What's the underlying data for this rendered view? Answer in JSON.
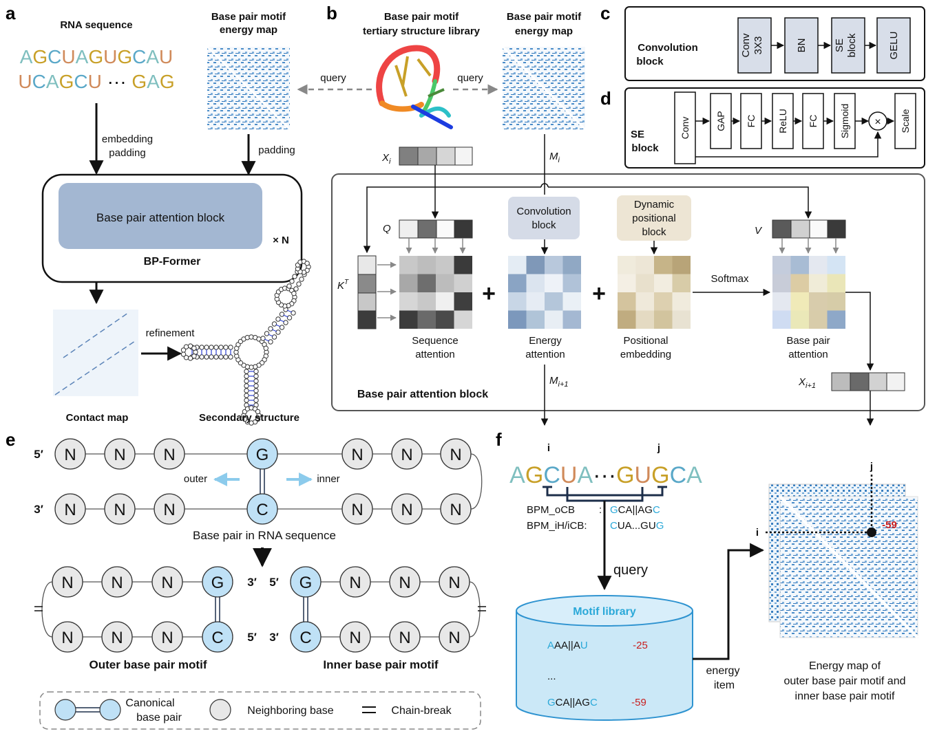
{
  "panels": {
    "a": "a",
    "b": "b",
    "c": "c",
    "d": "d",
    "e": "e",
    "f": "f"
  },
  "panel_a": {
    "rna_title": "RNA sequence",
    "seq_line1": [
      "A",
      "G",
      "C",
      "U",
      "A",
      "G",
      "U",
      "G",
      "C",
      "A",
      "U"
    ],
    "seq_line2": [
      "U",
      "C",
      "A",
      "G",
      "C",
      "U"
    ],
    "seq_ellipsis": "···",
    "seq_line2_end": [
      "G",
      "A",
      "G"
    ],
    "emap_title_1": "Base pair motif",
    "emap_title_2": "energy map",
    "embedding": "embedding",
    "padding_left": "padding",
    "padding_right": "padding",
    "query_left": "query",
    "bp_attention_block": "Base pair attention block",
    "times_n": "× N",
    "bp_former": "BP-Former",
    "refinement": "refinement",
    "contact_map": "Contact map",
    "secondary_structure": "Secondary structure"
  },
  "panel_b": {
    "lib_title_1": "Base pair motif",
    "lib_title_2": "tertiary structure library",
    "emap_title_1": "Base pair motif",
    "emap_title_2": "energy map",
    "query_right": "query",
    "xi": "X",
    "xi_sub": "i",
    "mi": "M",
    "mi_sub": "i",
    "q": "Q",
    "kt": "K",
    "kt_sup": "T",
    "v": "V",
    "conv_block_1": "Convolution",
    "conv_block_2": "block",
    "dyn_1": "Dynamic",
    "dyn_2": "positional",
    "dyn_3": "block",
    "softmax": "Softmax",
    "seq_att_1": "Sequence",
    "seq_att_2": "attention",
    "energy_att_1": "Energy",
    "energy_att_2": "attention",
    "pos_emb_1": "Positional",
    "pos_emb_2": "embedding",
    "bpa_1": "Base pair",
    "bpa_2": "attention",
    "mi1": "M",
    "mi1_sub": "i+1",
    "xi1": "X",
    "xi1_sub": "i+1",
    "block_title": "Base pair attention block",
    "plus": "+"
  },
  "panel_c": {
    "title_1": "Convolution",
    "title_2": "block",
    "steps": [
      "Conv 3X3",
      "BN",
      "SE block",
      "GELU"
    ]
  },
  "panel_d": {
    "title_1": "SE",
    "title_2": "block",
    "steps": [
      "Conv",
      "GAP",
      "FC",
      "ReLU",
      "FC",
      "Sigmoid",
      "Scale"
    ],
    "times": "×"
  },
  "panel_e": {
    "five_prime": "5′",
    "three_prime": "3′",
    "n": "N",
    "g": "G",
    "c": "C",
    "outer": "outer",
    "inner": "inner",
    "caption_top": "Base pair in RNA sequence",
    "outer_motif": "Outer base pair motif",
    "inner_motif": "Inner base pair motif",
    "legend_canonical_1": "Canonical",
    "legend_canonical_2": "base pair",
    "legend_neighbor": "Neighboring base",
    "legend_chain": "Chain-break"
  },
  "panel_f": {
    "i": "i",
    "j": "j",
    "seq_a": [
      "A",
      "G",
      "C",
      "U",
      "A"
    ],
    "seq_dots": "···",
    "seq_b": [
      "G",
      "U",
      "G",
      "C",
      "A"
    ],
    "ocb_label": "BPM_oCB",
    "ocb_colon": ":",
    "ocb_value": [
      "G",
      "CA||AG",
      "C"
    ],
    "ih_label": "BPM_iH/iCB:",
    "ih_value": [
      "C",
      "UA...GU",
      "G"
    ],
    "query": "query",
    "motif_library": "Motif library",
    "entry1": [
      "A",
      "AA||A",
      "U"
    ],
    "entry1_val": "-25",
    "entry_dots": "...",
    "entry2": [
      "G",
      "CA||AG",
      "C"
    ],
    "entry2_val": "-59",
    "energy_item_1": "energy",
    "energy_item_2": "item",
    "map_i": "i",
    "map_j": "j",
    "map_val": "-59",
    "energy_map_1": "Energy map of",
    "energy_map_2": "outer base pair motif and",
    "energy_map_3": "inner base pair motif"
  },
  "colors": {
    "A": "#7fbfbf",
    "G": "#c8a028",
    "C": "#5aa8c8",
    "U": "#d08a5a",
    "cyan": "#2aa8d8",
    "red": "#c81e1e",
    "accent_blue": "#8ab6e6"
  }
}
